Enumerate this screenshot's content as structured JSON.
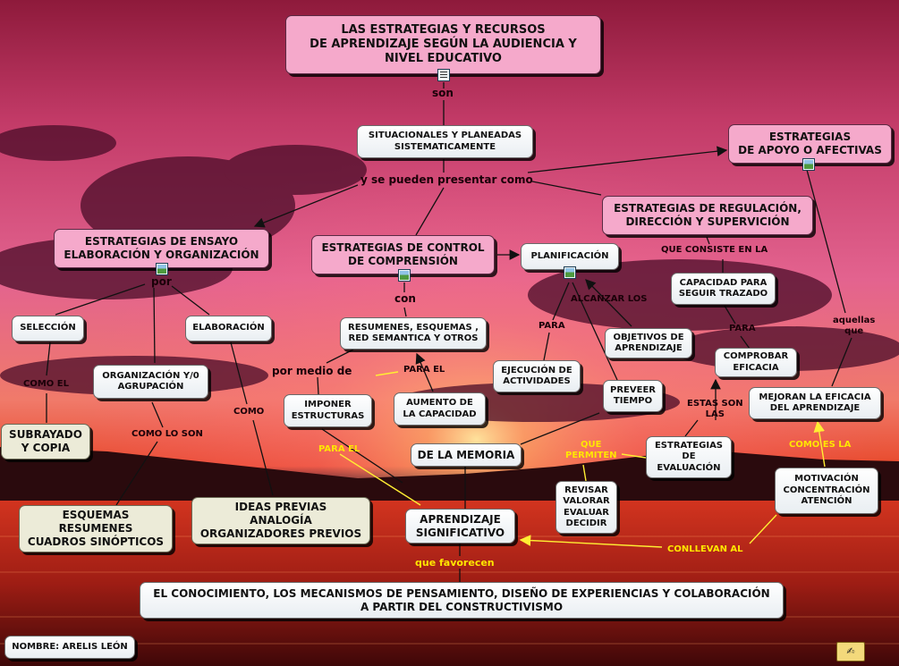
{
  "nodes": {
    "title": "LAS ESTRATEGIAS Y RECURSOS\nDE APRENDIZAJE SEGÚN LA AUDIENCIA Y\nNIVEL EDUCATIVO",
    "situacionales": "SITUACIONALES Y PLANEADAS\nSISTEMATICAMENTE",
    "apoyo_afectivas": "ESTRATEGIAS\nDE APOYO O AFECTIVAS",
    "regulacion": "ESTRATEGIAS DE REGULACIÓN,\nDIRECCIÓN Y SUPERVICIÓN",
    "ensayo": "ESTRATEGIAS DE ENSAYO\nELABORACIÓN Y ORGANIZACIÓN",
    "control_comprension": "ESTRATEGIAS DE CONTROL\nDE COMPRENSIÓN",
    "planificacion": "PLANIFICACIÓN",
    "capacidad_trazado": "CAPACIDAD PARA\nSEGUIR TRAZADO",
    "seleccion": "SELECCIÓN",
    "elaboracion": "ELABORACIÓN",
    "resumenes": "RESUMENES, ESQUEMAS ,\nRED SEMANTICA Y OTROS",
    "objetivos": "OBJETIVOS DE\nAPRENDIZAJE",
    "comprobar_eficacia": "COMPROBAR\nEFICACIA",
    "organizacion": "ORGANIZACIÓN Y/0\nAGRUPACIÓN",
    "ejecucion": "EJECUCIÓN DE\nACTIVIDADES",
    "prever_tiempo": "PREVEER\nTIEMPO",
    "mejoran_eficacia": "MEJORAN LA EFICACIA\nDEL APRENDIZAJE",
    "imponer_estructuras": "IMPONER\nESTRUCTURAS",
    "aumento_capacidad": "AUMENTO DE\nLA CAPACIDAD",
    "subrayado": "SUBRAYADO\nY COPIA",
    "de_la_memoria": "DE LA MEMORIA",
    "estrategias_evaluacion": "ESTRATEGIAS\nDE\nEVALUACIÓN",
    "revisar": "REVISAR\nVALORAR\nEVALUAR\nDECIDIR",
    "motivacion": "MOTIVACIÓN\nCONCENTRACIÓN\nATENCIÓN",
    "esquemas": "ESQUEMAS\nRESUMENES\nCUADROS SINÓPTICOS",
    "ideas_previas": "IDEAS PREVIAS\nANALOGÍA\nORGANIZADORES PREVIOS",
    "aprendizaje_significativo": "APRENDIZAJE\nSIGNIFICATIVO",
    "conocimiento": "EL CONOCIMIENTO, LOS MECANISMOS DE PENSAMIENTO, DISEÑO DE EXPERIENCIAS Y COLABORACIÓN\nA PARTIR DEL CONSTRUCTIVISMO",
    "nombre": "NOMBRE: ARELIS LEÓN"
  },
  "labels": {
    "son": "son",
    "y_se_pueden": "y se pueden presentar como",
    "por": "por",
    "con": "con",
    "que_consiste": "QUE CONSISTE EN LA",
    "alcanzar_los": "ALCANZAR LOS",
    "para_1": "PARA",
    "para_2": "PARA",
    "aquellas_que": "aquellas\nque",
    "como_el": "COMO EL",
    "por_medio_de": "por medio de",
    "para_el_dark": "PARA EL",
    "como": "COMO",
    "como_lo_son": "COMO LO SON",
    "estas_son_las": "ESTAS SON\nLAS",
    "para_el_yellow": "PARA EL",
    "que_permiten": "QUE\nPERMITEN",
    "como_es_la": "COMO ES LA",
    "conllevan_al": "CONLLEVAN AL",
    "que_favorecen": "que favorecen"
  },
  "icons": {
    "title": "notes-icon",
    "image": "image-icon",
    "footer": "notes-attachment-icon"
  },
  "colors": {
    "node_pink": "#f5a9cb",
    "node_white": "#ffffff",
    "node_beige": "#ecebd8",
    "label_yellow": "#ffe600",
    "line_dark": "#111111",
    "line_yellow": "#ffee33"
  }
}
